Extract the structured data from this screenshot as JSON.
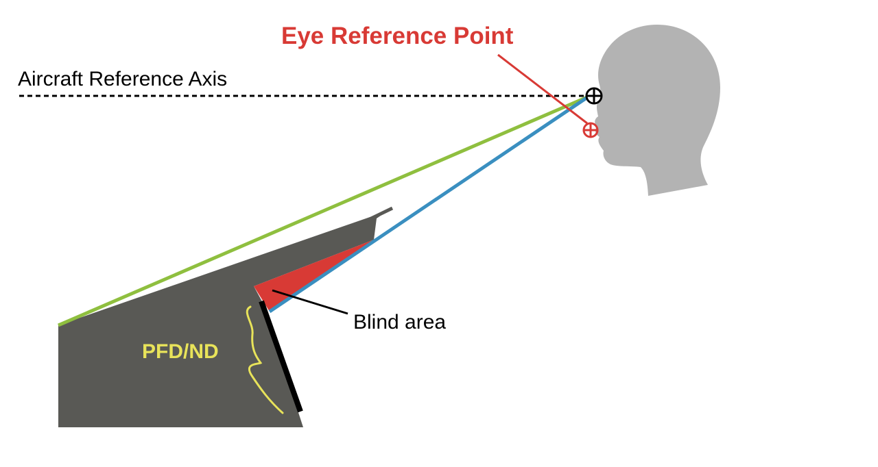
{
  "labels": {
    "eye_reference_point": "Eye Reference Point",
    "aircraft_reference_axis": "Aircraft Reference Axis",
    "blind_area": "Blind area",
    "pfd_nd": "PFD/ND"
  },
  "colors": {
    "background": "#ffffff",
    "head": "#b3b3b3",
    "panel": "#595955",
    "blind_area": "#d83a35",
    "sight_line_green": "#8fbf3f",
    "sight_line_blue": "#3a8fc0",
    "eye_point_red": "#d83a35",
    "label_red": "#d83a35",
    "label_yellow": "#e8e35a",
    "axis_line": "#000000",
    "display_bar": "#000000"
  }
}
